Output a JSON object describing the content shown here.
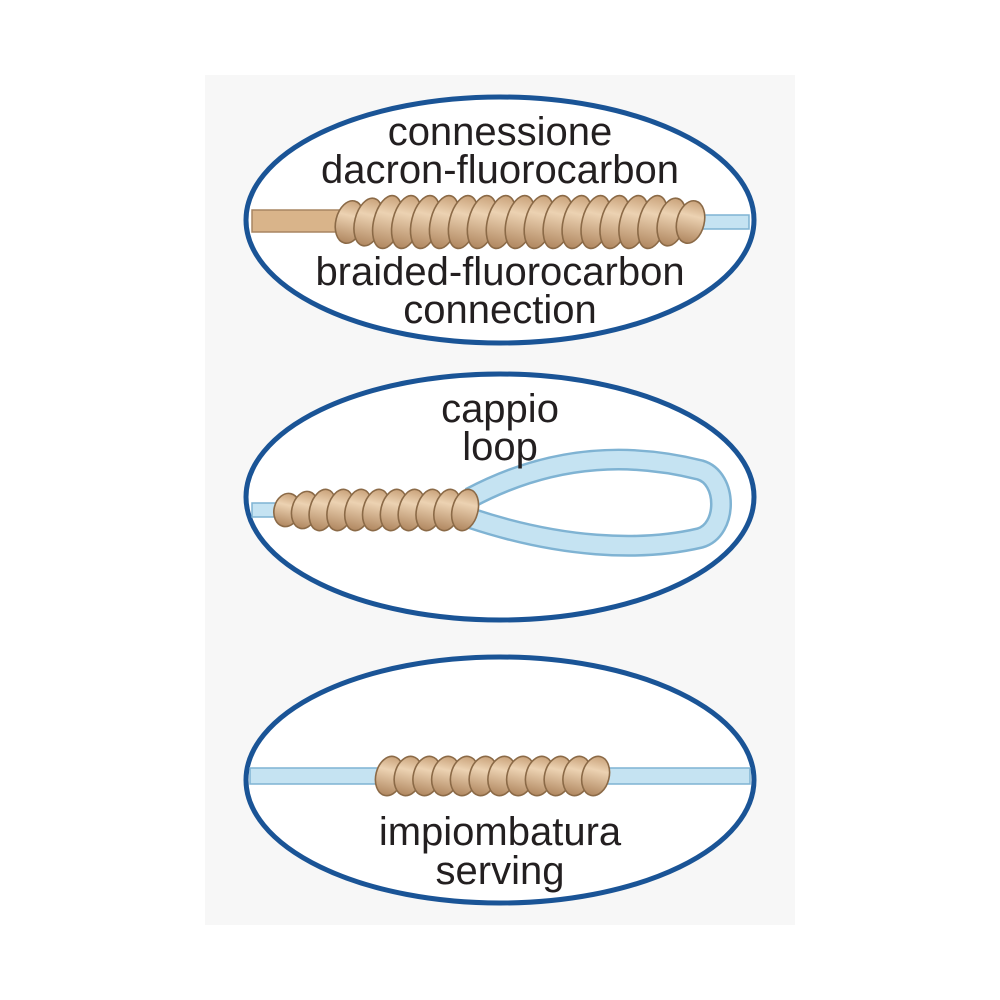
{
  "colors": {
    "ellipse_stroke": "#1a5496",
    "ellipse_fill": "#ffffff",
    "braid_tan": "#d9b48a",
    "braid_dark": "#8b6a47",
    "dacron_line": "#d9b48a",
    "fluoro_line": "#c5e3f2",
    "fluoro_edge": "#7fb3d3",
    "text": "#231f20"
  },
  "diagrams": [
    {
      "id": "connection",
      "labels": [
        "connessione",
        "dacron-fluorocarbon",
        "braided-fluorocarbon",
        "connection"
      ],
      "icons": [
        "dacron-line-icon",
        "braid-wrap-icon",
        "fluorocarbon-line-icon"
      ]
    },
    {
      "id": "loop",
      "labels": [
        "cappio",
        "loop"
      ],
      "icons": [
        "braid-wrap-icon",
        "fluorocarbon-loop-icon"
      ]
    },
    {
      "id": "serving",
      "labels": [
        "impiombatura",
        "serving"
      ],
      "icons": [
        "fluorocarbon-line-icon",
        "braid-wrap-icon"
      ]
    }
  ]
}
